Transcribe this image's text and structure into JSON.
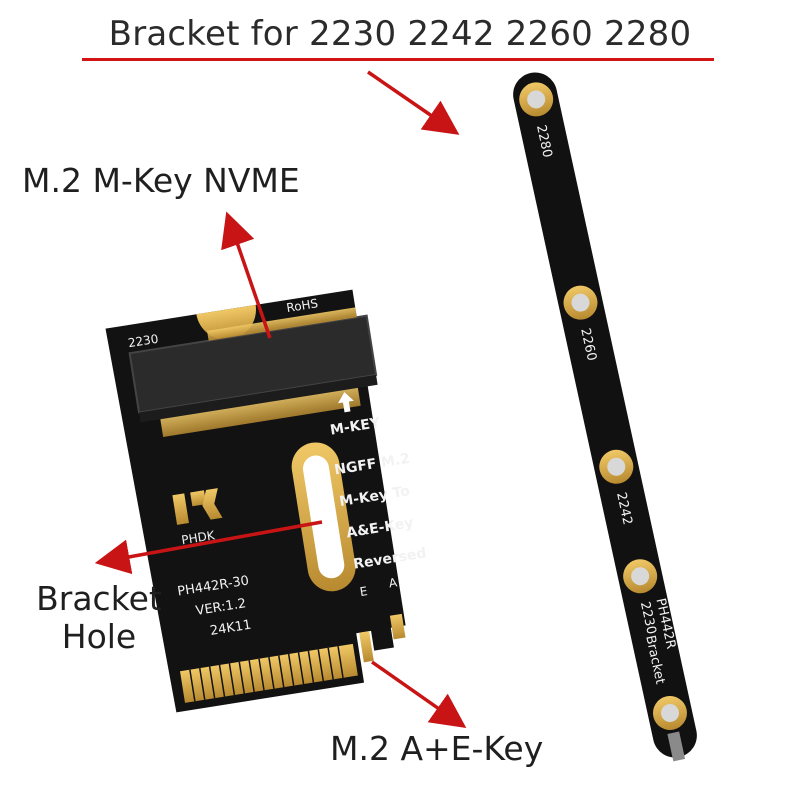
{
  "title": "Bracket for 2230 2242 2260 2280",
  "callouts": {
    "m_key_nvme": "M.2 M-Key NVME",
    "bracket_hole_line1": "Bracket",
    "bracket_hole_line2": "Hole",
    "ae_key": "M.2 A+E-Key"
  },
  "card": {
    "size_label": "2230",
    "rohs": "RoHS",
    "brand": "PHDK",
    "model": "PH442R-30",
    "version": "VER:1.2",
    "date_code": "24K11",
    "mkey": "M-KEY",
    "desc_line1": "NGFF M.2",
    "desc_line2": "M-Key To",
    "desc_line3": "A&E-Key",
    "desc_line4": "Reversed",
    "pin_e": "E",
    "pin_a": "A"
  },
  "bracket": {
    "mark_2280": "2280",
    "mark_2260": "2260",
    "mark_2242": "2242",
    "mark_2230": "2230",
    "model_line1": "PH442R",
    "model_line2": "Bracket"
  },
  "colors": {
    "arrow": "#c81414",
    "pcb": "#111111",
    "gold": "#d6a94a",
    "connector": "#2a2a2a"
  }
}
